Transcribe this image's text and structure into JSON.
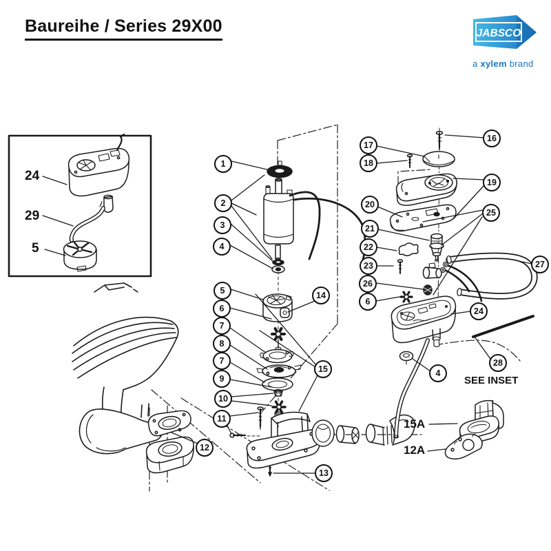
{
  "header": {
    "title": "Baureihe / Series 29X00"
  },
  "logo": {
    "brand": "JABSCO",
    "tagline_prefix": "a",
    "tagline_bold": "xylem",
    "tagline_suffix": "brand",
    "color_light": "#45b8e8",
    "color_dark": "#1b75bc",
    "color_tip": "#1467ae"
  },
  "inset_labels": {
    "part24": "24",
    "part29": "29",
    "part5": "5"
  },
  "annotations": {
    "part15a": "15A",
    "part12a": "12A",
    "see_inset": "SEE INSET"
  },
  "callouts": [
    {
      "label": "1"
    },
    {
      "label": "2"
    },
    {
      "label": "3"
    },
    {
      "label": "4"
    },
    {
      "label": "5"
    },
    {
      "label": "6"
    },
    {
      "label": "7"
    },
    {
      "label": "8"
    },
    {
      "label": "7"
    },
    {
      "label": "9"
    },
    {
      "label": "10"
    },
    {
      "label": "11"
    },
    {
      "label": "12"
    },
    {
      "label": "13"
    },
    {
      "label": "14"
    },
    {
      "label": "15"
    },
    {
      "label": "16"
    },
    {
      "label": "17"
    },
    {
      "label": "18"
    },
    {
      "label": "19"
    },
    {
      "label": "20"
    },
    {
      "label": "21"
    },
    {
      "label": "22"
    },
    {
      "label": "23"
    },
    {
      "label": "26"
    },
    {
      "label": "6"
    },
    {
      "label": "24"
    },
    {
      "label": "25"
    },
    {
      "label": "27"
    },
    {
      "label": "28"
    },
    {
      "label": "4"
    }
  ],
  "line_color": "#1a1a1a"
}
